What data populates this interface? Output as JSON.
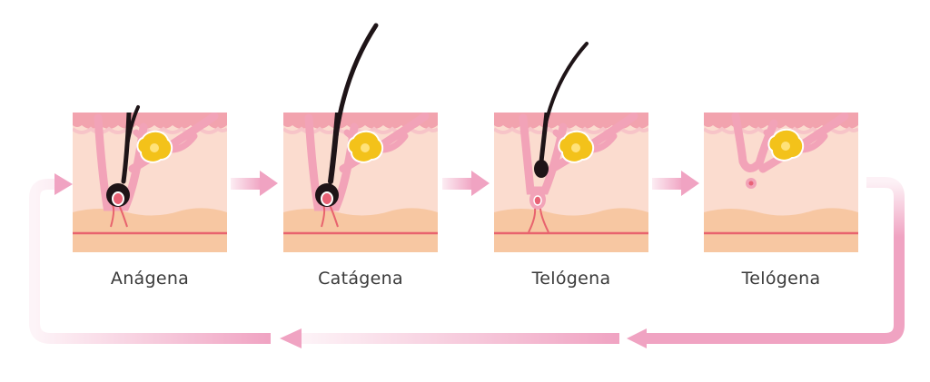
{
  "stages": [
    {
      "label": "Anágena"
    },
    {
      "label": "Catágena"
    },
    {
      "label": "Telógena"
    },
    {
      "label": "Telógena"
    }
  ],
  "colors": {
    "arrow_pink": "#f0a3c2",
    "skin_top": "#f2a3ae",
    "epidermis_line": "#f7c4c8",
    "dermis": "#fbdccf",
    "fat_layer": "#f7c7a2",
    "blood_line": "#e8636e",
    "follicle": "#f2a3b8",
    "hair": "#1e1417",
    "papilla": "#e86276",
    "gland": "#f3c21a"
  }
}
